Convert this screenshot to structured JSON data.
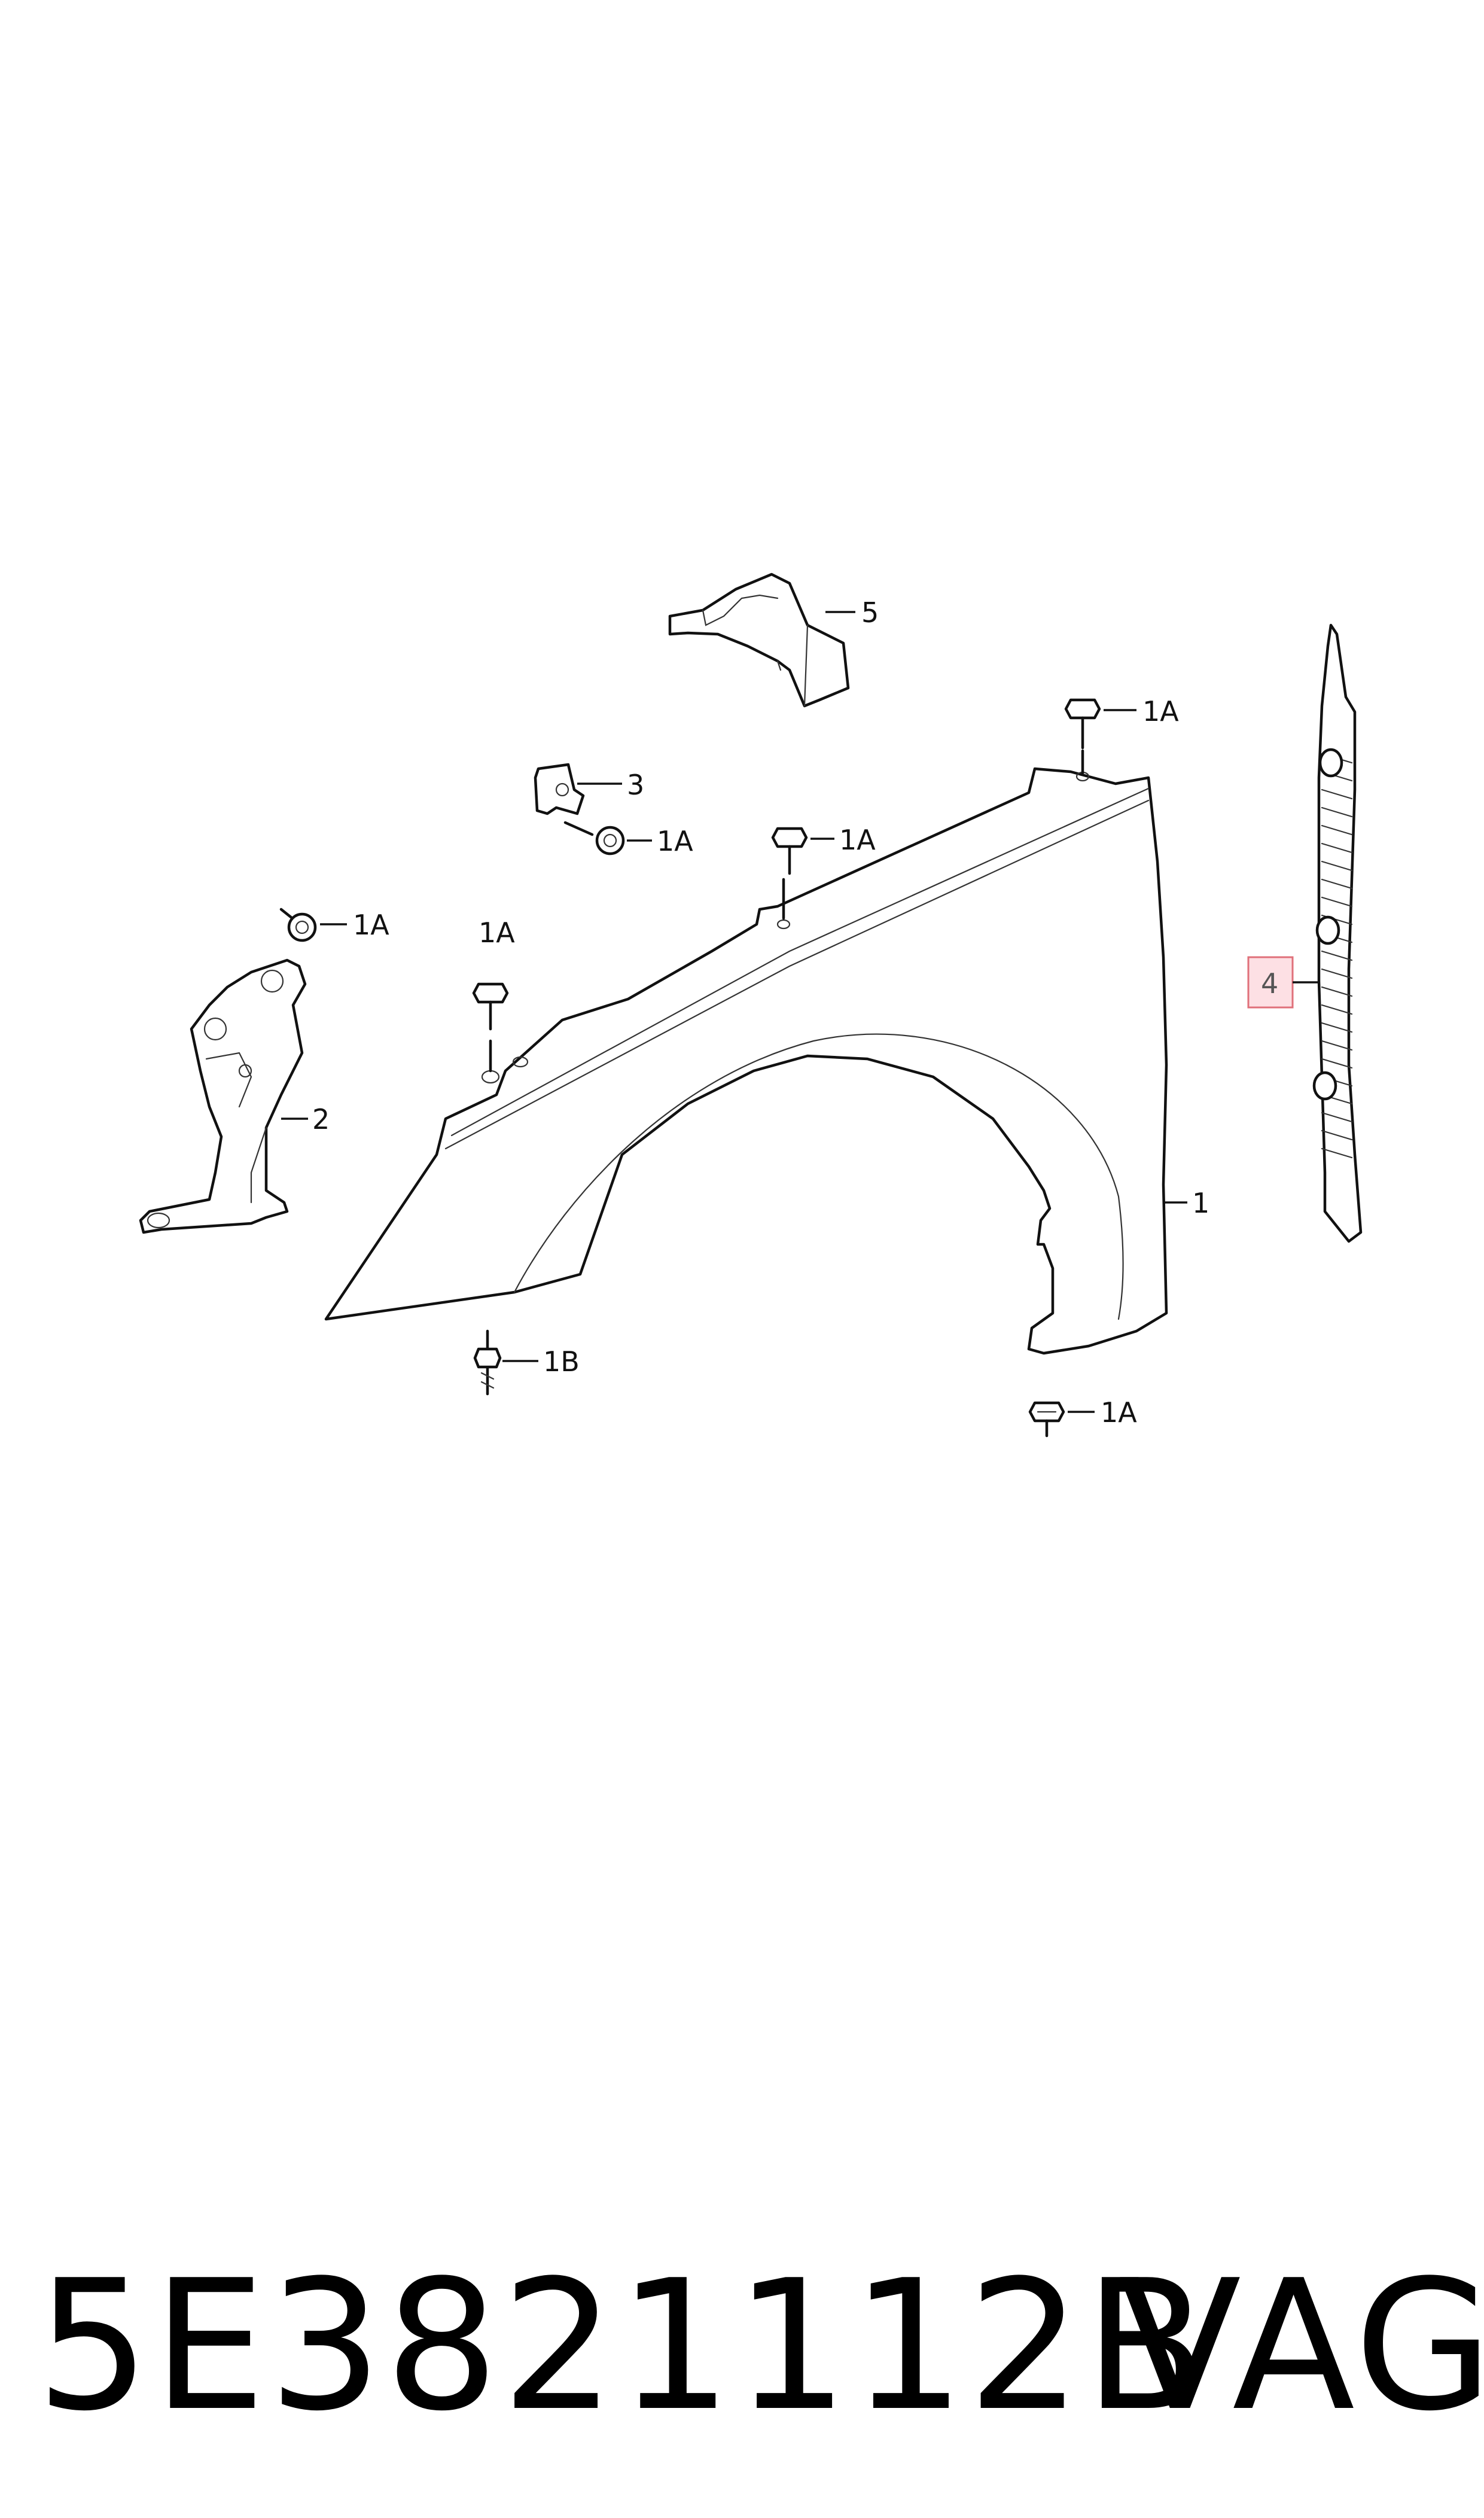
{
  "callouts": {
    "fender": "1",
    "bracket": "2",
    "small_bracket": "3",
    "seal_strip": "4",
    "insulation": "5",
    "screw_1a": "1A",
    "stud_1b": "1B"
  },
  "highlighted_part": "4",
  "footer": {
    "part_number": "5E3821112B",
    "brand": "VAG"
  },
  "colors": {
    "highlight_fill": "#fde0e4",
    "highlight_border": "#e0707a",
    "line": "#111111"
  }
}
